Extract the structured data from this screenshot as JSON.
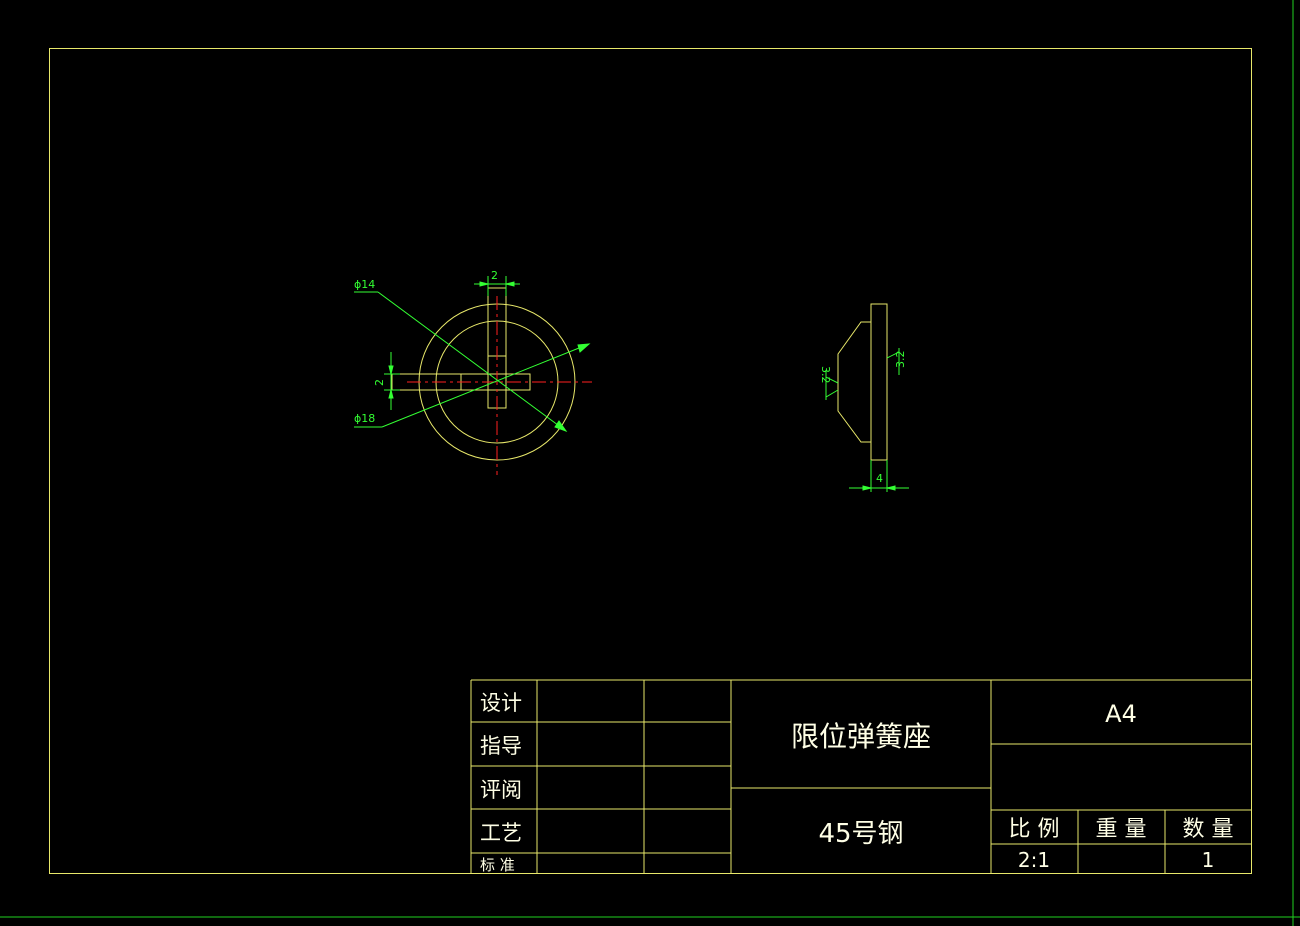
{
  "colors": {
    "background": "#000000",
    "frame": "#1fd11f",
    "outline": "#e8e86a",
    "center_line": "#ff2020",
    "dimension": "#33ff33",
    "text": "#ffffe6"
  },
  "dimensions": {
    "slot_width_top": "2",
    "outer_diameter": "ϕ14",
    "slot_width_left": "2",
    "inner_diameter": "ϕ18",
    "thickness": "4",
    "roughness_left": "3.2",
    "roughness_right": "3.2"
  },
  "title_block": {
    "roles": [
      "设计",
      "指导",
      "评阅",
      "工艺",
      "标 准"
    ],
    "part_name": "限位弹簧座",
    "material": "45号钢",
    "sheet_size": "A4",
    "headers": {
      "scale": "比 例",
      "weight": "重 量",
      "quantity": "数 量"
    },
    "values": {
      "scale": "2:1",
      "weight": "",
      "quantity": "1"
    }
  }
}
